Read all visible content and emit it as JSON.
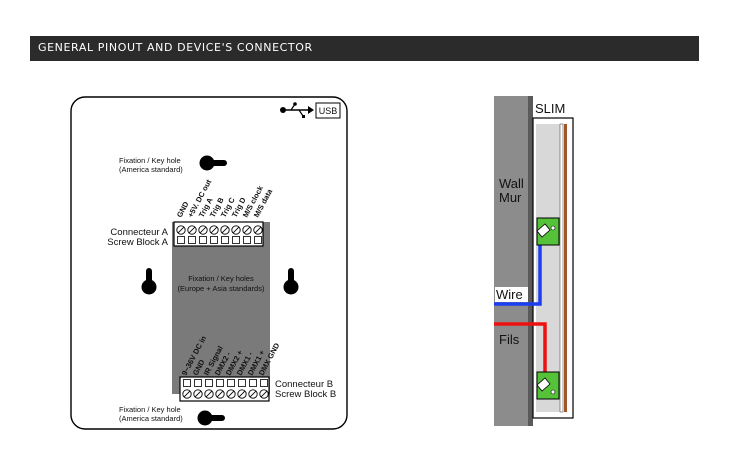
{
  "header": {
    "title": "GENERAL PINOUT AND DEVICE'S CONNECTOR"
  },
  "device": {
    "usb_label": "USB",
    "fixation_top": [
      "Fixation  / Key hole",
      "(America standard)"
    ],
    "fixation_bottom": [
      "Fixation / Key hole",
      "(America standard)"
    ],
    "fixation_middle": [
      "Fixation / Key holes",
      "(Europe + Asia standards)"
    ],
    "connector_a": [
      "Connecteur A",
      "Screw Block A"
    ],
    "connector_b": [
      "Connecteur B",
      "Screw Block B"
    ],
    "pins_a": [
      "GND",
      "+5V. DC out",
      "Trig A",
      "Trig B",
      "Trig C",
      "Trig D",
      "M/S clock",
      "M/S data"
    ],
    "pins_b": [
      "9~36V DC in",
      "GND",
      "IR Signal",
      "DMX2 -",
      "DMX2 +",
      "DMX1 -",
      "DMX1 +",
      "DMX GND"
    ]
  },
  "side_view": {
    "title": "SLIM",
    "wall": [
      "Wall",
      "Mur"
    ],
    "wire": "Wire",
    "fils": "Fils"
  },
  "colors": {
    "wire_blue": "#1a3ef0",
    "wire_red": "#ee1111",
    "connector_green": "#55c23a",
    "panel_gray": "#7a7a7a",
    "wall_gray": "#8c8c8c",
    "brown_strip": "#a0552a"
  }
}
